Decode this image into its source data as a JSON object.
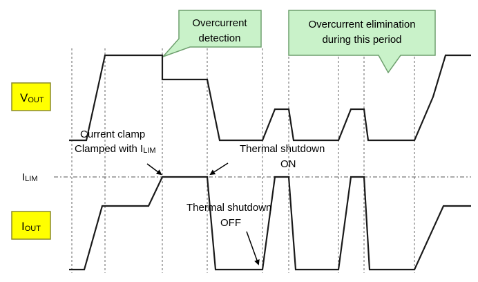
{
  "callouts": {
    "overcurrent_detection": [
      "Overcurrent",
      "detection"
    ],
    "overcurrent_elimination": [
      "Overcurrent elimination",
      "during this period"
    ]
  },
  "signals": {
    "vout": {
      "main": "V",
      "sub": "OUT"
    },
    "iout": {
      "main": "I",
      "sub": "OUT"
    },
    "ilim": {
      "main": "I",
      "sub": "LIM"
    }
  },
  "annotations": {
    "current_clamp": "Current clamp",
    "clamped_with": "Clamped with I",
    "clamped_with_sub": "LIM",
    "thermal_on_line1": "Thermal shutdown",
    "thermal_on_line2": "ON",
    "thermal_off_line1": "Thermal shutdown",
    "thermal_off_line2": "OFF"
  },
  "colors": {
    "callout_fill": "#c9f2c9",
    "callout_stroke": "#6e9f6e",
    "label_box_fill": "#ffff00",
    "label_box_stroke": "#8a8a2a",
    "waveform": "#1a1a1a",
    "gridline": "#666666"
  }
}
